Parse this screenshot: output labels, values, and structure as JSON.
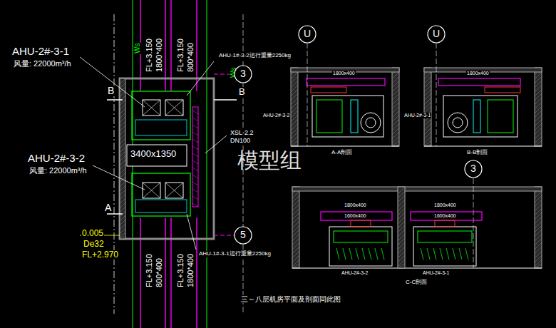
{
  "diagram": {
    "caption": "三～八层机房平面及剖面同此图",
    "nodes": [
      {
        "text": [
          "3"
        ]
      },
      {
        "text": [
          "5"
        ]
      },
      {
        "text": [
          "U"
        ]
      },
      {
        "text": [
          "U"
        ]
      },
      {
        "text": [
          "3"
        ]
      }
    ],
    "labels": [
      "AHU-2#-3-1",
      "风量: 22000m³/h",
      "AHU-2#-3-2",
      "风量: 22000m³/h",
      "FL+3.150",
      "1800*400",
      "FL+3.150",
      "800*400",
      "Ws",
      "Ws",
      "AHU-1#-3-2运行重量2250kg",
      "3400x1350",
      "XSL-2.2",
      "DN100",
      "模型组",
      "0.005",
      "De32",
      "FL+2.970",
      "FL+3.150",
      "800*400",
      "FL+3.150",
      "1800*400",
      "AHU-1#-3-1运行重量2250kg",
      "B",
      "B",
      "A",
      "A-A剖面",
      "AHU-2#-3-2",
      "1800x400",
      "B-B剖面",
      "AHU-2#-3-1",
      "1800x400",
      "1800x400",
      "1800x400",
      "1600x400",
      "1600x400",
      "AHU-2#-3-2",
      "AHU-2#-3-1",
      "C-C剖面"
    ]
  }
}
